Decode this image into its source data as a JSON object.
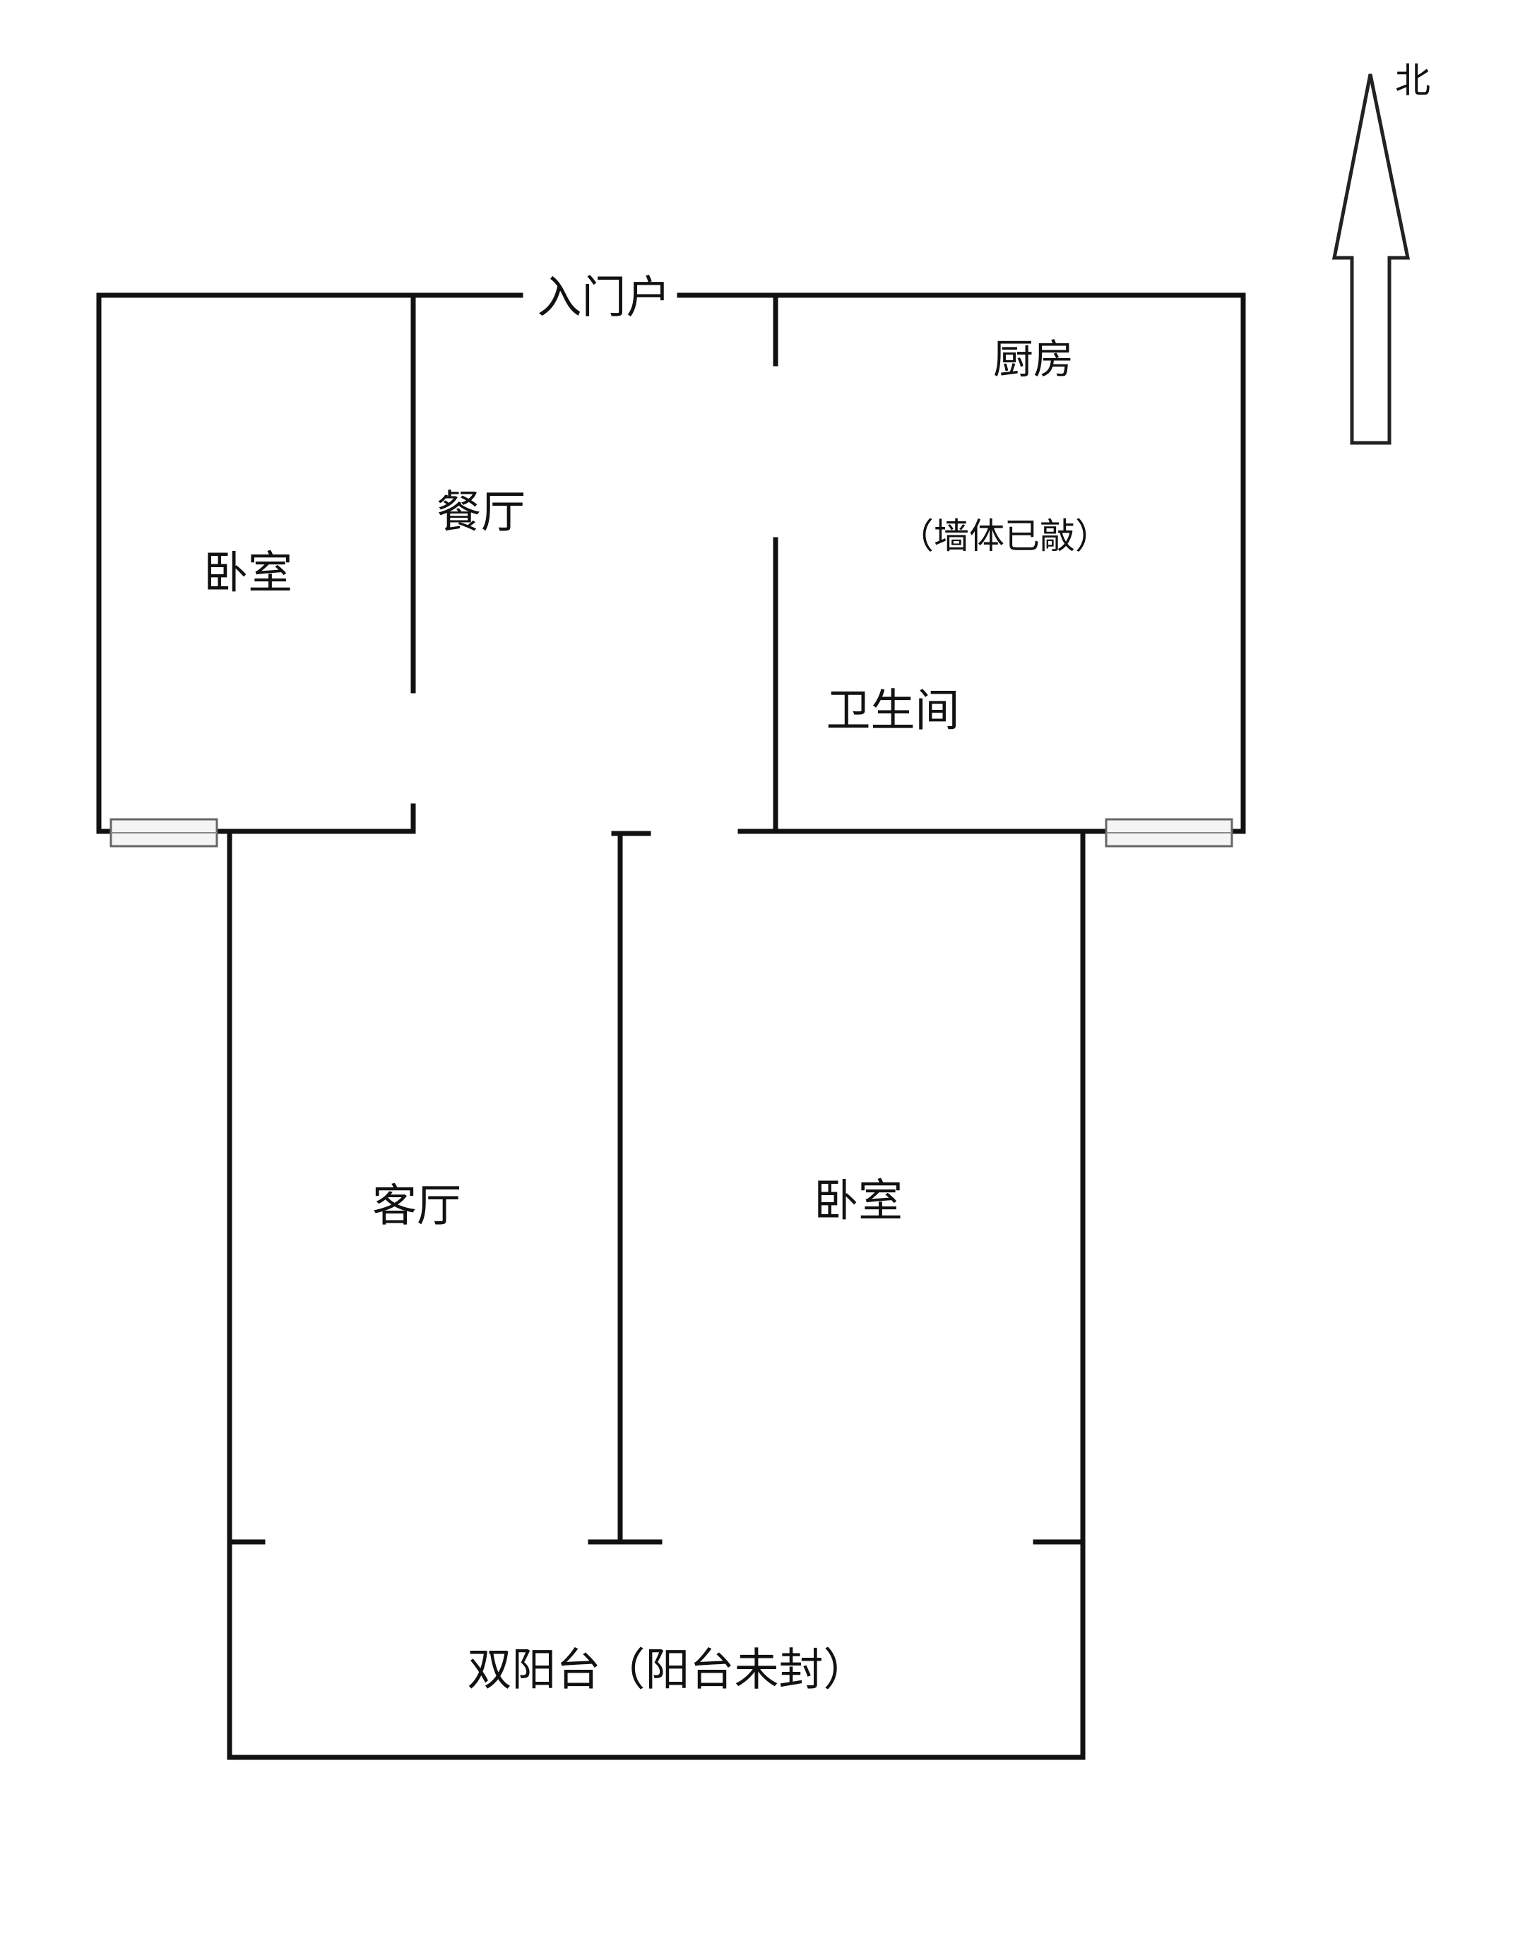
{
  "plan": {
    "entrance": "入门户",
    "kitchen": "厨房",
    "kitchen_note": "（墙体已敲）",
    "dining": "餐厅",
    "bedroom_north": "卧室",
    "bathroom": "卫生间",
    "living": "客厅",
    "bedroom_south": "卧室",
    "balcony": "双阳台（阳台未封）"
  },
  "compass": {
    "label": "北",
    "icon": "north-arrow-icon"
  }
}
